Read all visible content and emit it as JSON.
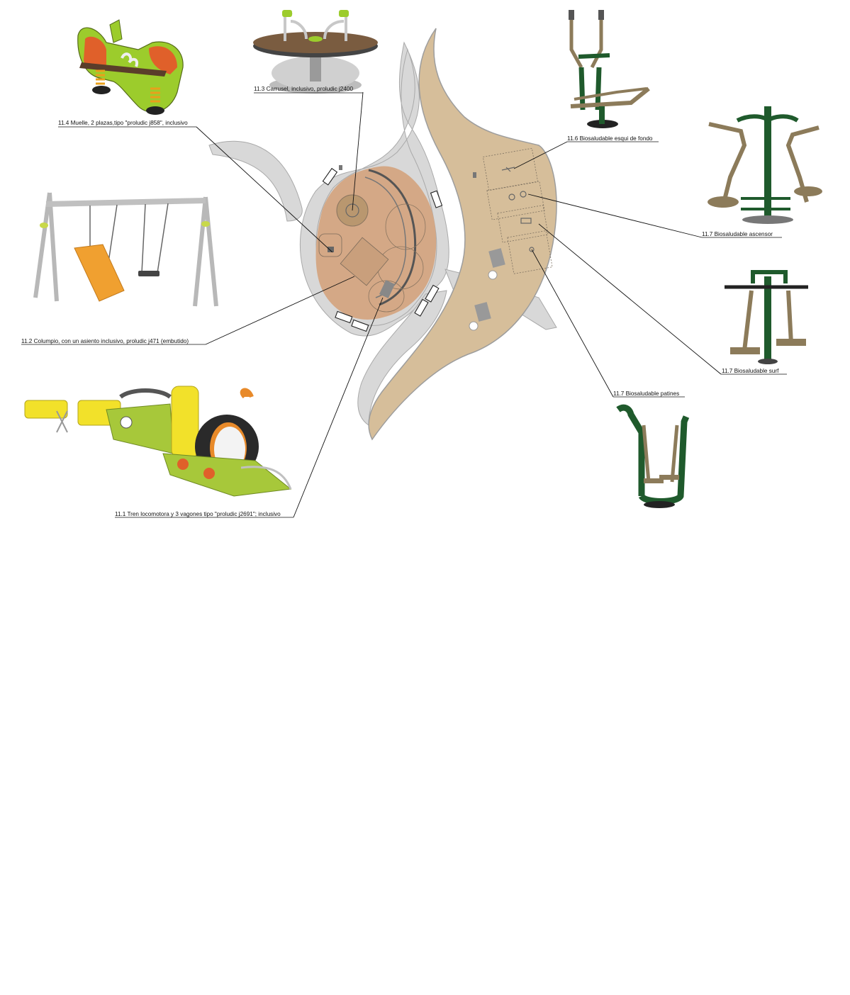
{
  "labels": {
    "muelle": "11.4 Muelle, 2 plazas,tipo \"proludic j858\", inclusivo",
    "carrusel": "11.3 Carrusel, inclusivo, proludic j2400",
    "esqui": "11.6 Biosaludable esqui de fondo",
    "ascensor": "11.7 Biosaludable ascensor",
    "surf": "11.7 Biosaludable surf",
    "patines": "11.7 Biosaludable patines",
    "columpio": "11.2 Columpio, con un asiento inclusivo, proludic  j471 (embutido)",
    "tren": "11.1 Tren locomotora y 3 vagones tipo \"proludic j2691\"; inclusivo"
  },
  "colors": {
    "path_grey": "#d8d8d8",
    "sand": "#d6be9a",
    "play_surface": "#d4a886",
    "fitness_green": "#1f5a2c",
    "fitness_tan": "#8c7b5a",
    "accent_lime": "#9ccc2c",
    "accent_orange": "#e0602a",
    "train_yellow": "#f2e12a"
  }
}
